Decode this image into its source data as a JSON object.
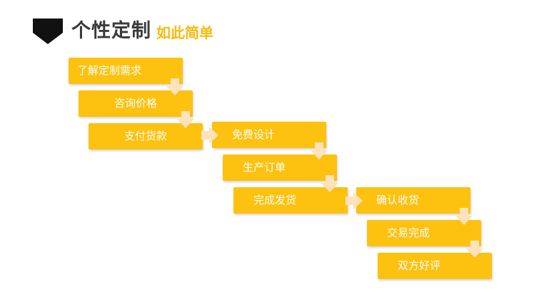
{
  "heading": {
    "title": "个性定制",
    "subtitle": "如此简单"
  },
  "colors": {
    "step_fill": "#fdc10f",
    "arrow_fill": "#fde2bb",
    "title_text": "#3a3a3a",
    "subtitle_text": "#f9b90d",
    "marker": "#111111"
  },
  "steps": [
    {
      "label": "了解定制需求"
    },
    {
      "label": "咨询价格"
    },
    {
      "label": "支付货款"
    },
    {
      "label": "免费设计"
    },
    {
      "label": "生产订单"
    },
    {
      "label": "完成发货"
    },
    {
      "label": "确认收货"
    },
    {
      "label": "交易完成"
    },
    {
      "label": "双方好评"
    }
  ]
}
